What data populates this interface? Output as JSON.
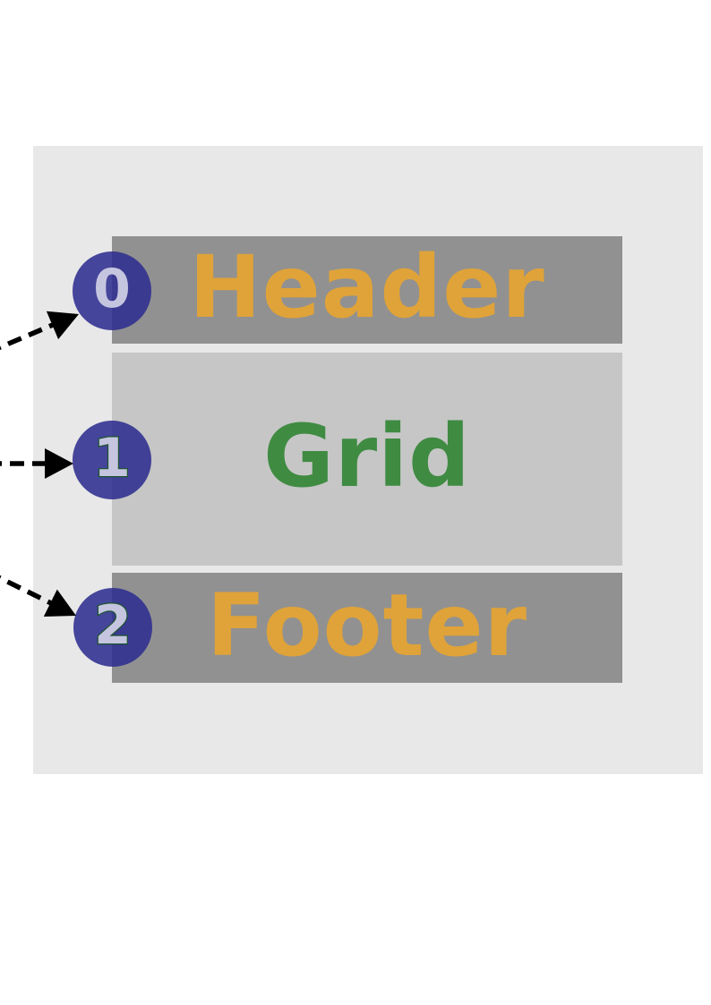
{
  "diagram": {
    "sections": [
      {
        "badge": "0",
        "label": "Header"
      },
      {
        "badge": "1",
        "label": "Grid"
      },
      {
        "badge": "2",
        "label": "Footer"
      }
    ]
  },
  "colors": {
    "page_bg": "#ffffff",
    "container_bg": "#e8e8e8",
    "section_dark_bg": "#919191",
    "section_light_bg": "#c6c6c6",
    "accent_orange": "#dfa339",
    "accent_green": "#3f8b42",
    "badge_bg": "rgba(46,46,143,0.88)",
    "badge_text": "#c5c5e0",
    "badge_text_outline": "#1e5430",
    "arrow_color": "#000000"
  }
}
